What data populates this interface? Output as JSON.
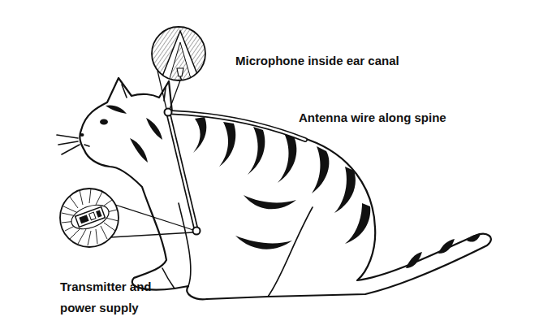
{
  "diagram": {
    "labels": [
      "Microphone inside ear canal",
      "Antenna wire along spine",
      "Transmitter and power supply"
    ]
  }
}
